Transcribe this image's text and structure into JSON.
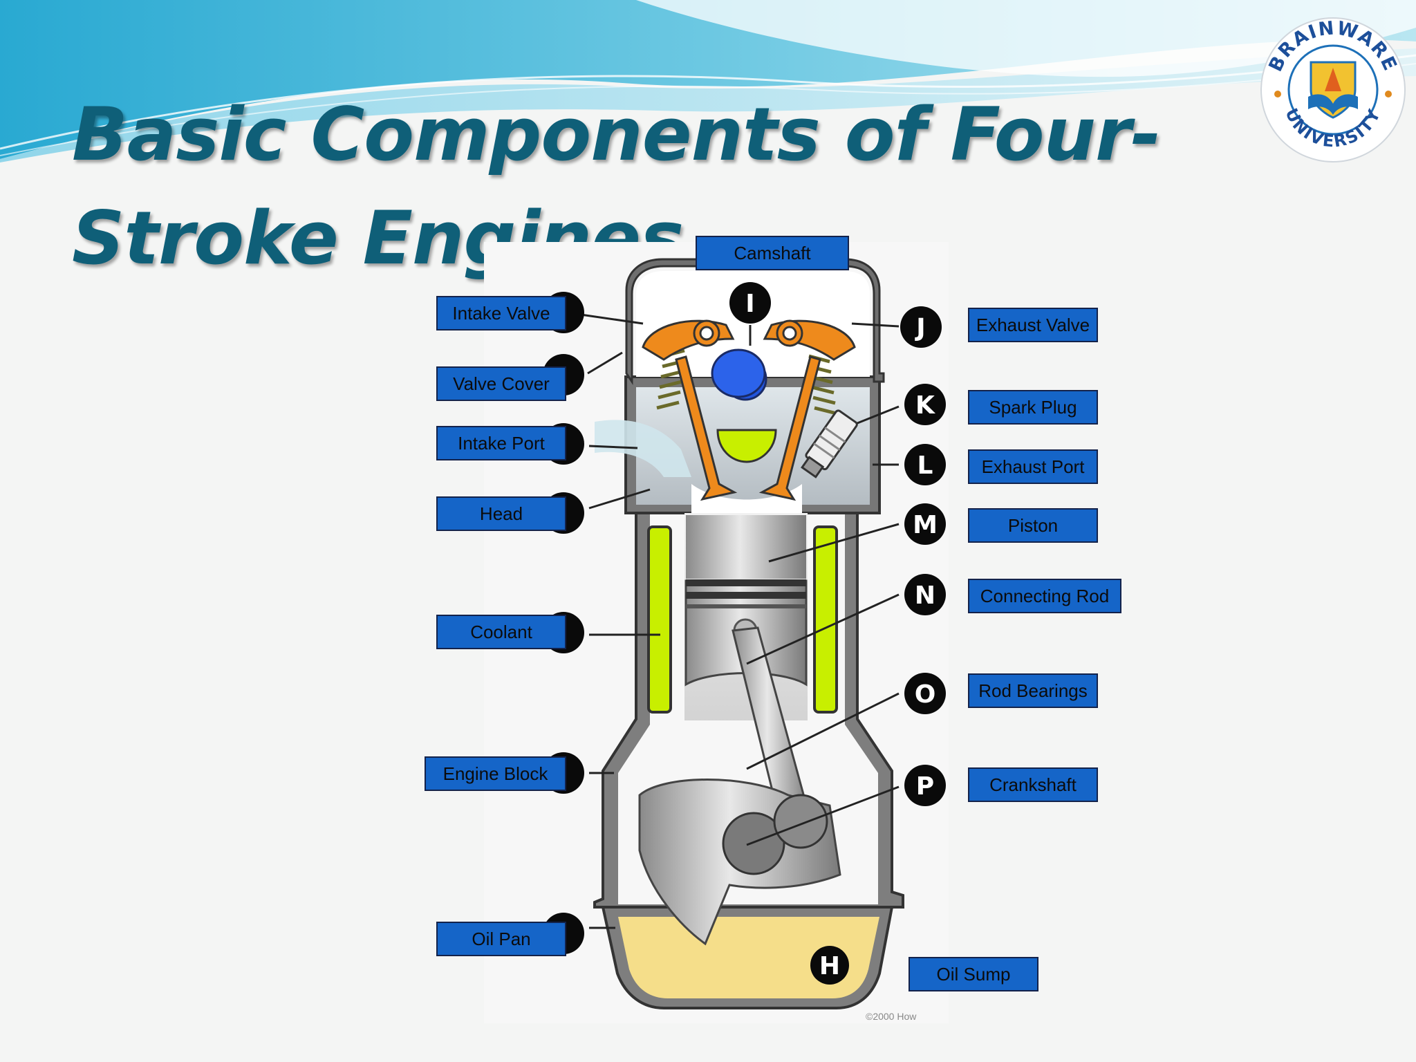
{
  "slide": {
    "title": "Basic Components of Four-Stroke Engines",
    "colors": {
      "title": "#0f5f78",
      "label_fill": "#1565c8",
      "label_border": "#13224a",
      "coolant": "#c8ef00",
      "oil": "#f5de8a",
      "valve_arm": "#ee8a1c",
      "cam": "#2255dd",
      "wave_top": "#2fb3d6"
    }
  },
  "logo": {
    "name": "BRAINWARE UNIVERSITY",
    "top_text": "BRAINWARE",
    "bottom_text": "UNIVERSITY"
  },
  "diagram": {
    "copyright": "©2000 How",
    "markers": {
      "I": "I",
      "J": "J",
      "K": "K",
      "L": "L",
      "M": "M",
      "N": "N",
      "O": "O",
      "P": "P",
      "H": "H"
    },
    "labels": {
      "camshaft": "Camshaft",
      "intake_valve": "Intake Valve",
      "valve_cover": "Valve Cover",
      "intake_port": "Intake Port",
      "head": "Head",
      "coolant": "Coolant",
      "engine_block": "Engine Block",
      "oil_pan": "Oil Pan",
      "exhaust_valve": "Exhaust Valve",
      "spark_plug": "Spark Plug",
      "exhaust_port": "Exhaust Port",
      "piston": "Piston",
      "connecting_rod": "Connecting Rod",
      "rod_bearings": "Rod Bearings",
      "crankshaft": "Crankshaft",
      "oil_sump": "Oil Sump"
    }
  }
}
